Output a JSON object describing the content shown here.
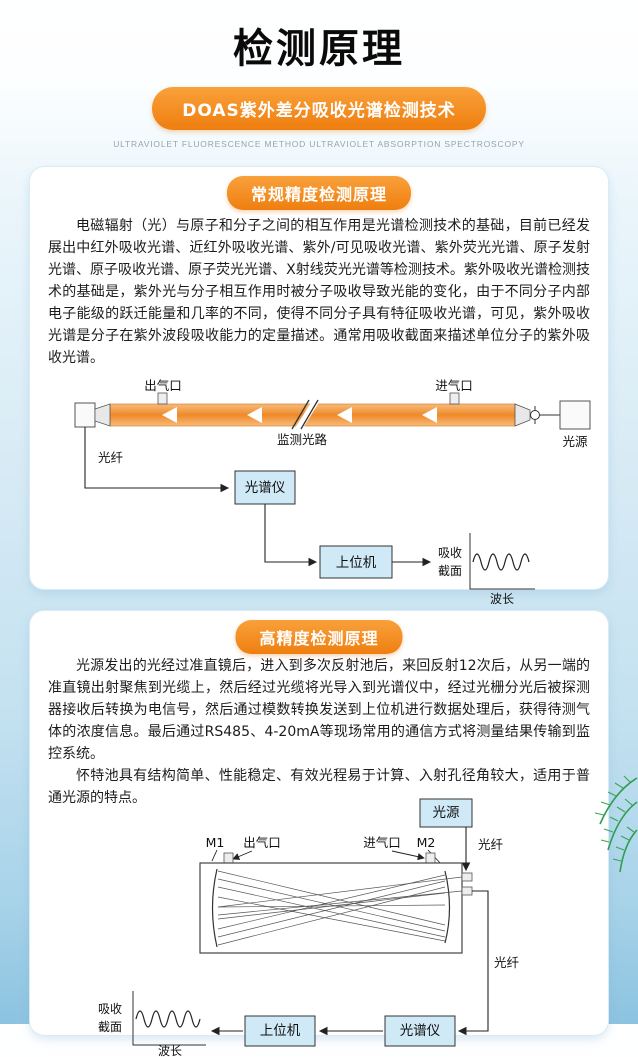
{
  "header": {
    "title": "检测原理",
    "banner": "DOAS紫外差分吸收光谱检测技术",
    "subtitle_en": "ULTRAVIOLET FLUORESCENCE METHOD ULTRAVIOLET ABSORPTION SPECTROSCOPY"
  },
  "section_standard": {
    "title": "常规精度检测原理",
    "paragraph": "电磁辐射（光）与原子和分子之间的相互作用是光谱检测技术的基础，目前已经发展出中红外吸收光谱、近红外吸收光谱、紫外/可见吸收光谱、紫外荧光光谱、原子发射光谱、原子吸收光谱、原子荧光光谱、X射线荧光光谱等检测技术。紫外吸收光谱检测技术的基础是，紫外光与分子相互作用时被分子吸收导致光能的变化，由于不同分子内部电子能级的跃迁能量和几率的不同，使得不同分子具有特征吸收光谱，可见，紫外吸收光谱是分子在紫外波段吸收能力的定量描述。通常用吸收截面来描述单位分子的紫外吸收光谱。",
    "labels": {
      "outlet": "出气口",
      "inlet": "进气口",
      "monitor_path": "监测光路",
      "light_source": "光源",
      "fiber": "光纤",
      "spectrometer": "光谱仪",
      "host_computer": "上位机",
      "absorption_line1": "吸收",
      "absorption_line2": "截面",
      "wavelength": "波长"
    }
  },
  "section_high": {
    "title": "高精度检测原理",
    "paragraph1": "光源发出的光经过准直镜后，进入到多次反射池后，来回反射12次后，从另一端的准直镜出射聚焦到光缆上，然后经过光缆将光导入到光谱仪中，经过光栅分光后被探测器接收后转换为电信号，然后通过模数转换发送到上位机进行数据处理后，获得待测气体的浓度信息。最后通过RS485、4-20mA等现场常用的通信方式将测量结果传输到监控系统。",
    "paragraph2": "怀特池具有结构简单、性能稳定、有效光程易于计算、入射孔径角较大，适用于普通光源的特点。",
    "labels": {
      "m1": "M1",
      "m2": "M2",
      "outlet": "出气口",
      "inlet": "进气口",
      "light_source": "光源",
      "fiber_top": "光纤",
      "fiber_bottom": "光纤",
      "spectrometer": "光谱仪",
      "host_computer": "上位机",
      "absorption_line1": "吸收",
      "absorption_line2": "截面",
      "wavelength": "波长"
    }
  },
  "colors": {
    "accent_orange": "#f3881c",
    "box_fill": "#cfe9f7",
    "tube_orange": "#ee8a28",
    "background_blue": "#a8d3e9",
    "leaf_green": "#35a457"
  }
}
